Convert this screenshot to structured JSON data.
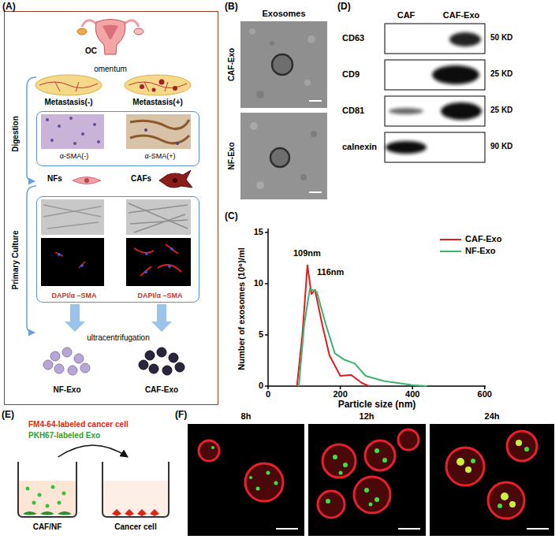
{
  "diagram": {
    "nodes": [
      {
        "text": [
          "(A)"
        ]
      },
      {
        "text": [
          "α-SMA(-)",
          "α-SMA(+)"
        ],
        "in": 0
      },
      {
        "text": [
          "DAPI/α –SMA",
          "DAPI/α –SMA"
        ],
        "in": 0
      },
      {
        "text": [
          "CAF/NF"
        ]
      },
      {
        "text": [
          "Cancer cell"
        ]
      }
    ],
    "edges": [
      {
        "from": 3,
        "to": 4,
        "arrow": "to"
      }
    ],
    "labels": [
      "(B)",
      "(C)",
      "(D)",
      "(E)",
      "(F)",
      "OC",
      "omentum",
      "Metastasis(-)",
      "Metastasis(+)",
      "Digestion",
      "NFs",
      "CAFs",
      "Primary Culture",
      "ultracentrifugation",
      "NF-Exo",
      "CAF-Exo",
      "Exosomes",
      "CAF-Exo",
      "NF-Exo",
      "109nm",
      "116nm",
      "15",
      "10",
      "5",
      "0",
      "0",
      "200",
      "400",
      "600",
      "Number of exosomes (10⁶)/ml",
      "Particle size (nm)",
      "CAF",
      "CAF-Exo",
      "CD63",
      "CD9",
      "CD81",
      "calnexin",
      "50 KD",
      "25 KD",
      "25 KD",
      "90 KD",
      "FM4-64-labeled cancer cell",
      "PKH67-labeled Exo",
      "8h",
      "12h",
      "24h"
    ],
    "legend": [
      {
        "text": "CAF-Exo"
      },
      {
        "text": "NF-Exo"
      }
    ]
  }
}
